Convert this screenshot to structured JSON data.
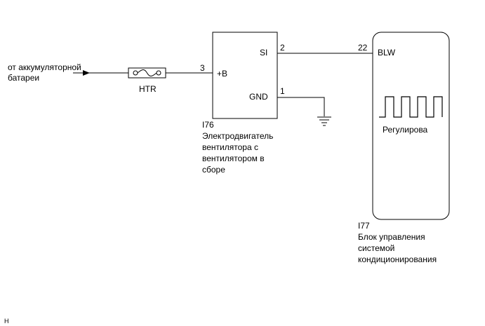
{
  "source": {
    "label_line1": "от аккумуляторной",
    "label_line2": "батареи"
  },
  "fuse": {
    "label": "HTR"
  },
  "blower_motor": {
    "id": "I76",
    "name_lines": [
      "Электродвигатель",
      "вентилятора с",
      "вентилятором в",
      "сборе"
    ],
    "pins": {
      "b_plus": {
        "number": "3",
        "name": "+B"
      },
      "si": {
        "number": "2",
        "name": "SI"
      },
      "gnd": {
        "number": "1",
        "name": "GND"
      }
    }
  },
  "ac_control": {
    "id": "I77",
    "name_lines": [
      "Блок управления",
      "системой",
      "кондиционирования"
    ],
    "pins": {
      "blw": {
        "number": "22",
        "name": "BLW"
      }
    },
    "signal_label": "Регулирова"
  },
  "footer": {
    "code": "H"
  }
}
